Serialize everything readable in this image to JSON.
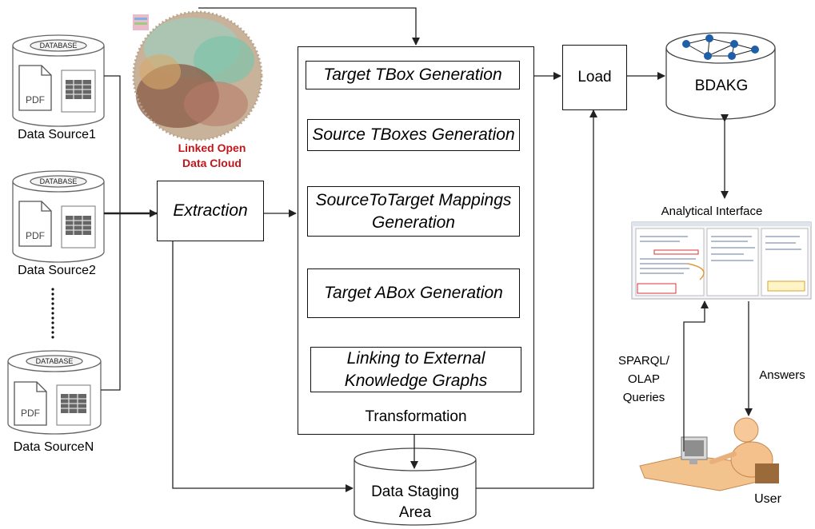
{
  "sources": [
    {
      "db_label": "DATABASE",
      "pdf_label": "PDF",
      "name": "Data Source1"
    },
    {
      "db_label": "DATABASE",
      "pdf_label": "PDF",
      "name": "Data Source2"
    },
    {
      "db_label": "DATABASE",
      "pdf_label": "PDF",
      "name": "Data SourceN"
    }
  ],
  "lod": {
    "line1": "Linked Open",
    "line2": "Data Cloud"
  },
  "extraction": "Extraction",
  "transformation": {
    "steps": [
      {
        "line1": "Target TBox Generation",
        "line2": ""
      },
      {
        "line1": "Source TBoxes Generation",
        "line2": ""
      },
      {
        "line1": "SourceToTarget Mappings",
        "line2": "Generation"
      },
      {
        "line1": "Target ABox Generation",
        "line2": ""
      },
      {
        "line1": "Linking to External",
        "line2": "Knowledge Graphs"
      }
    ],
    "label": "Transformation"
  },
  "load": "Load",
  "bdakg": "BDAKG",
  "analytical_interface": "Analytical Interface",
  "staging": {
    "line1": "Data Staging",
    "line2": "Area"
  },
  "queries": {
    "line1": "SPARQL/",
    "line2": "OLAP",
    "line3": "Queries"
  },
  "answers": "Answers",
  "user": "User"
}
